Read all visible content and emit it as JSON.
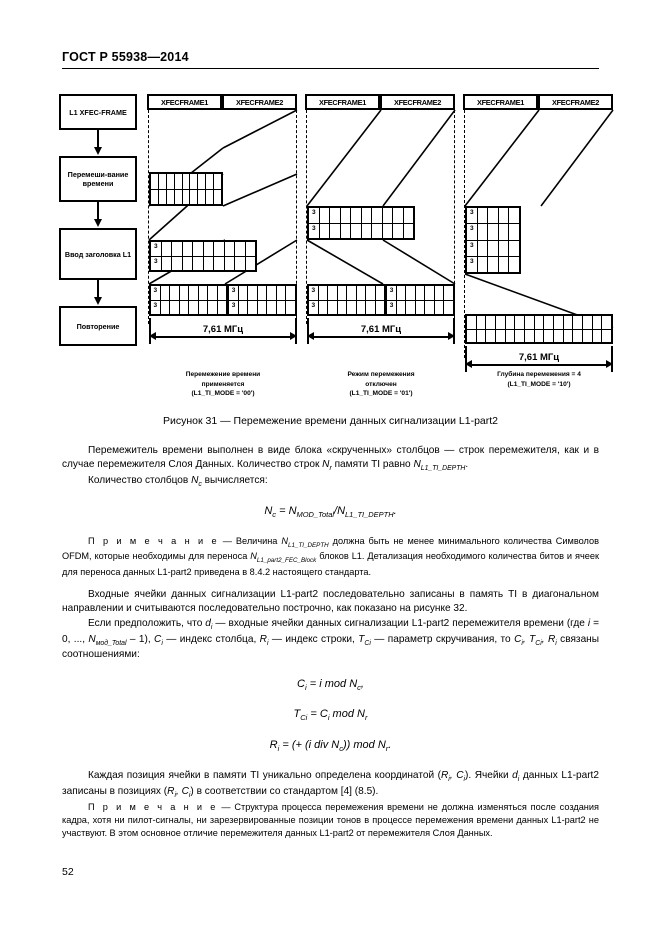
{
  "header": {
    "standard": "ГОСТ Р 55938—2014"
  },
  "figure": {
    "flow_boxes": [
      {
        "label": "L1 XFEC-FRAME"
      },
      {
        "label": "Перемеши-вание времени"
      },
      {
        "label": "Ввод заголовка L1"
      },
      {
        "label": "Повторение"
      }
    ],
    "xfec_labels": [
      "XFECFRAME1",
      "XFECFRAME2"
    ],
    "bandwidth_label": "7,61 МГц",
    "cell_mark": "3",
    "panels": [
      {
        "caption_line1": "Перемежение времени",
        "caption_line2": "применяется",
        "caption_line3": "(L1_TI_MODE = '00')"
      },
      {
        "caption_line1": "Режим перемежения",
        "caption_line2": "отключен",
        "caption_line3": "(L1_TI_MODE = '01')"
      },
      {
        "caption_line1": "Глубина перемежения = 4",
        "caption_line2": "(L1_TI_MODE = '10')",
        "caption_line3": ""
      }
    ],
    "caption": "Рисунок 31 — Перемежение времени данных сигнализации L1-part2"
  },
  "body": {
    "para1": "Перемежитель времени выполнен в виде блока «скрученных» столбцов — строк перемежителя, как и в случае перемежителя Слоя Данных. Количество строк Nr памяти TI равно NL1_TI_DEPTH.",
    "para1_a": "Перемежитель времени выполнен в виде блока «скрученных» столбцов — строк перемежителя, как и в случае перемежителя Слоя Данных. Количество строк ",
    "para1_b": " памяти TI равно ",
    "para1_c": ".",
    "para2_a": "Количество столбцов ",
    "para2_b": " вычисляется:",
    "formula1": "Nc = NMOD_Total/NL1_TI_DEPTH.",
    "note1_label": "П р и м е ч а н и е",
    "note1_a": " —  Величина ",
    "note1_b": " должна быть не менее минимального количества Символов OFDM, которые необходимы для переноса ",
    "note1_c": " блоков L1. Детализация необходимого количества битов и ячеек для переноса данных L1-part2 приведена в 8.4.2 настоящего стандарта.",
    "para3": "Входные ячейки данных сигнализации L1-part2 последовательно записаны в память TI в диагональном направлении и считываются последовательно построчно, как показано на рисунке 32.",
    "para4_a": "Если предположить, что ",
    "para4_b": " — входные ячейки данных сигнализации L1-part2 перемежителя времени (где ",
    "para4_c": " — индекс столбца, ",
    "para4_d": " — индекс строки, ",
    "para4_e": " — параметр скручивания, то ",
    "para4_f": " связаны соотношениями:",
    "formula2": "Ci = i mod Nc,",
    "formula3": "TCi = Ci mod Nr",
    "formula4": "Ri = (+ (i div Nc)) mod Nr.",
    "para5_a": "Каждая позиция ячейки в памяти TI уникально определена координатой (",
    "para5_b": "). Ячейки ",
    "para5_c": " данных L1-part2 записаны в позициях (",
    "para5_d": ") в соответствии со стандартом [4] (8.5).",
    "note2_label": "П р и м е ч а н и е",
    "note2_text": " —  Структура процесса перемежения времени не должна изменяться после создания кадра, хотя ни пилот-сигналы, ни зарезервированные позиции тонов в процессе перемежения времени данных L1-part2 не участвуют. В этом основное отличие перемежителя данных L1-part2 от перемежителя Слоя Данных."
  },
  "footer": {
    "page_number": "52"
  },
  "symbols": {
    "N": "N",
    "Nr_sub": "r",
    "Nc_sub": "c",
    "NL1TI": "L1_TI_DEPTH",
    "NMOD": "MOD_Total",
    "NFEC": "L1_part2_FEC_Block",
    "d": "d",
    "i": "i",
    "C": "C",
    "R": "R",
    "T": "T",
    "Tc_sub": "Ci",
    "i_sub": "i",
    "range": "i = 0, ...,",
    "range_sub": "мод_Total",
    "range_end": "– 1),"
  }
}
